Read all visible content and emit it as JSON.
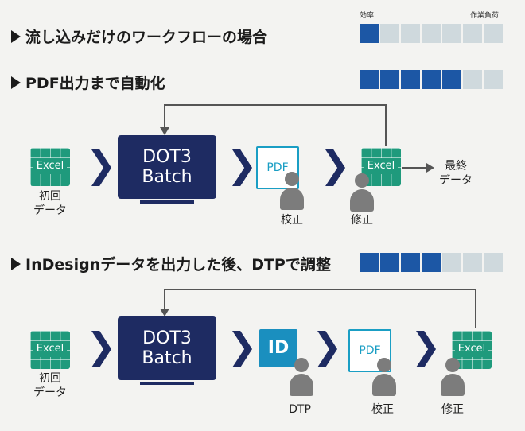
{
  "gauge": {
    "left_label": "効率",
    "right_label": "作業負荷"
  },
  "rows": [
    {
      "title": "流し込みだけのワークフローの場合",
      "gauge_filled": 1,
      "gauge_total": 7
    },
    {
      "title": "PDF出力まで自動化",
      "gauge_filled": 5,
      "gauge_total": 7
    },
    {
      "title": "InDesignデータを出力した後、DTPで調整",
      "gauge_filled": 4,
      "gauge_total": 7
    }
  ],
  "flow1": {
    "excel_label": "Excel",
    "initial_data": [
      "初回",
      "データ"
    ],
    "monitor": [
      "DOT3",
      "Batch"
    ],
    "pdf_label": "PDF",
    "proof_label": "校正",
    "fix_label": "修正",
    "final_data": [
      "最終",
      "データ"
    ]
  },
  "flow2": {
    "excel_label": "Excel",
    "initial_data": [
      "初回",
      "データ"
    ],
    "monitor": [
      "DOT3",
      "Batch"
    ],
    "id_label": "ID",
    "dtp_label": "DTP",
    "pdf_label": "PDF",
    "proof_label": "校正",
    "fix_label": "修正"
  },
  "colors": {
    "navy": "#1e2b62",
    "blue": "#1c57a5",
    "teal": "#1f9a7c",
    "cyan": "#1a9ec4",
    "gray": "#7c7c7c",
    "light": "#cfd9dd"
  }
}
